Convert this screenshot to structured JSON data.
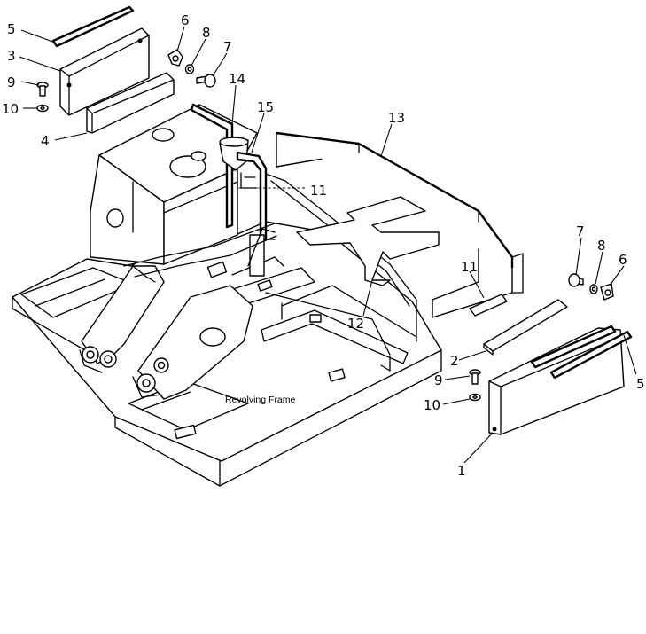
{
  "callouts": {
    "c1": "1",
    "c2": "2",
    "c3": "3",
    "c4": "4",
    "c5_top": "5",
    "c5_right": "5",
    "c6_top": "6",
    "c6_right": "6",
    "c7_top": "7",
    "c7_right": "7",
    "c8_top": "8",
    "c8_right": "8",
    "c9_top": "9",
    "c9_right": "9",
    "c10_top": "10",
    "c10_right": "10",
    "c11_upper": "11",
    "c11_right": "11",
    "c12": "12",
    "c13": "13",
    "c14": "14",
    "c15": "15"
  },
  "frame_label": "Revolving Frame"
}
